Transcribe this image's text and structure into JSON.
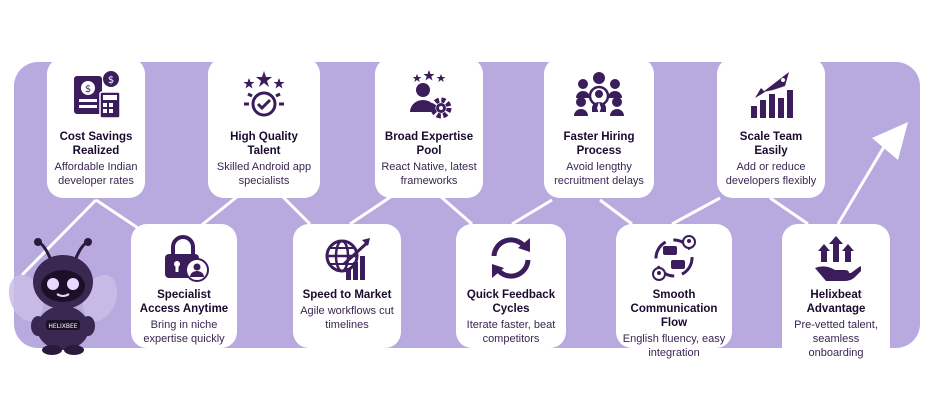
{
  "colors": {
    "band": "#b8aade",
    "card": "#ffffff",
    "icon": "#3b1d5c",
    "title": "#1a0a2e",
    "text": "#3a2652",
    "arrow": "#ffffff"
  },
  "cards": [
    {
      "icon": "money-calculator-icon",
      "title": "Cost Savings Realized",
      "desc": "Affordable Indian developer rates"
    },
    {
      "icon": "lock-person-icon",
      "title": "Specialist Access Anytime",
      "desc": "Bring in niche expertise quickly"
    },
    {
      "icon": "quality-badge-icon",
      "title": "High Quality Talent",
      "desc": "Skilled Android app specialists"
    },
    {
      "icon": "globe-growth-icon",
      "title": "Speed to Market",
      "desc": "Agile workflows cut timelines"
    },
    {
      "icon": "expert-gear-icon",
      "title": "Broad Expertise Pool",
      "desc": "React Native, latest frameworks"
    },
    {
      "icon": "refresh-cycle-icon",
      "title": "Quick Feedback Cycles",
      "desc": "Iterate faster, beat competitors"
    },
    {
      "icon": "hiring-team-icon",
      "title": "Faster Hiring Process",
      "desc": "Avoid lengthy recruitment delays"
    },
    {
      "icon": "communication-cycle-icon",
      "title": "Smooth Communication Flow",
      "desc": "English fluency, easy integration"
    },
    {
      "icon": "rocket-chart-icon",
      "title": "Scale Team Easily",
      "desc": "Add or reduce developers flexibly"
    },
    {
      "icon": "hand-arrows-icon",
      "title": "Helixbeat Advantage",
      "desc": "Pre-vetted talent, seamless onboarding"
    }
  ],
  "mascot": {
    "badge": "HELIXBEE"
  }
}
